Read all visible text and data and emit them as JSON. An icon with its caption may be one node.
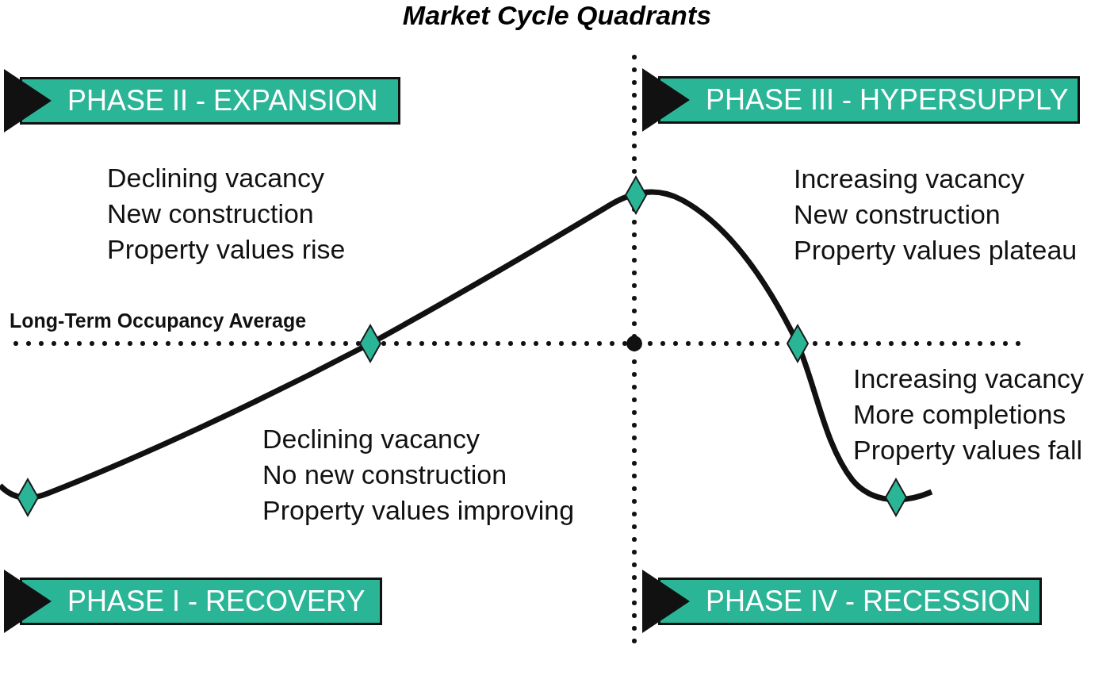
{
  "diagram": {
    "title": "Market Cycle Quadrants",
    "nodes": [
      {
        "text": [
          "PHASE II - EXPANSION"
        ]
      },
      {
        "text": [
          "PHASE III - HYPERSUPPLY"
        ]
      },
      {
        "text": [
          "PHASE I - RECOVERY"
        ]
      },
      {
        "text": [
          "PHASE IV - RECESSION"
        ]
      }
    ],
    "edges": [],
    "labels": [
      "Declining vacancy",
      "New construction",
      "Property values rise",
      "Increasing vacancy",
      "New construction",
      "Property values plateau",
      "Long-Term Occupancy Average",
      "Increasing vacancy",
      "More completions",
      "Property values fall",
      "Declining vacancy",
      "No new construction",
      "Property values improving"
    ]
  }
}
